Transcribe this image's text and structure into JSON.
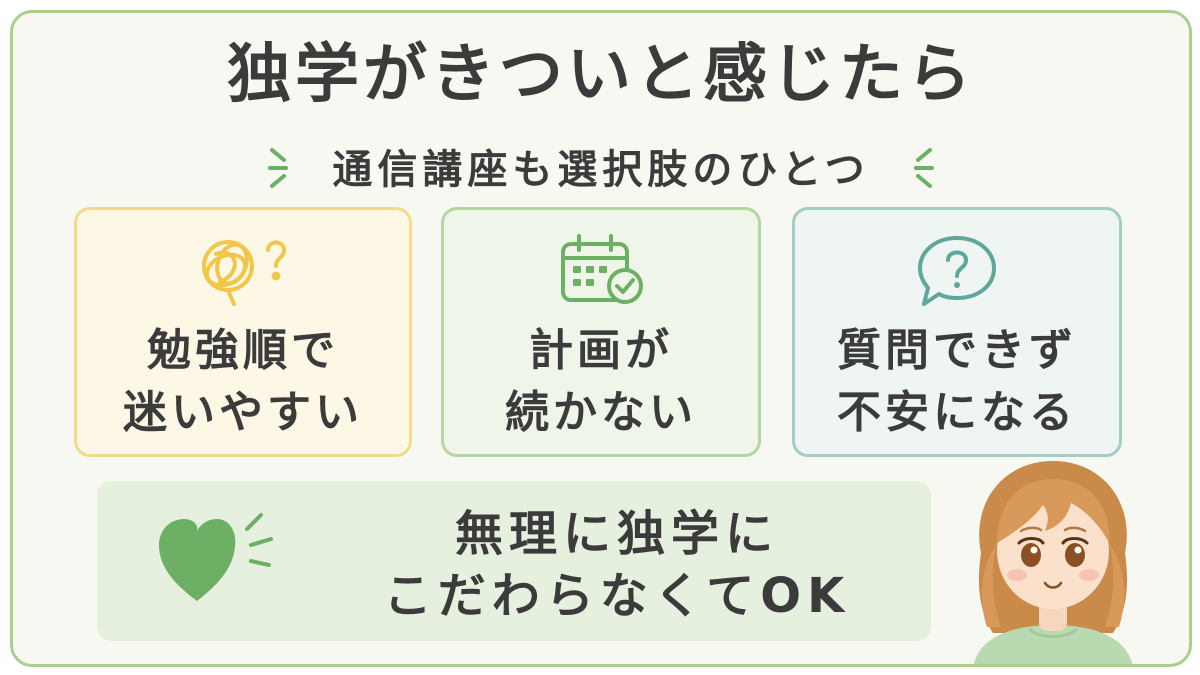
{
  "title": "独学がきついと感じたら",
  "subtitle": "通信講座も選択肢のひとつ",
  "cards": [
    {
      "icon": "tangled-thought-icon",
      "line1": "勉強順で",
      "line2": "迷いやすい",
      "color": "#f3db8a"
    },
    {
      "icon": "calendar-check-icon",
      "line1": "計画が",
      "line2": "続かない",
      "color": "#b5d6a3"
    },
    {
      "icon": "question-bubble-icon",
      "line1": "質問できず",
      "line2": "不安になる",
      "color": "#a6cdc3"
    }
  ],
  "footer": {
    "icon": "heart-icon",
    "line1": "無理に独学に",
    "line2": "こだわらなくてOK"
  },
  "colors": {
    "frame": "#a9cf8f",
    "accent_green": "#6db065",
    "accent_yellow": "#f1c64a",
    "accent_teal": "#5ea79a"
  }
}
